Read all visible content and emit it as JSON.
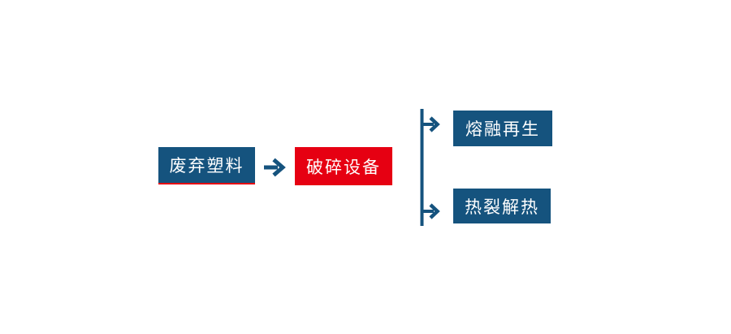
{
  "diagram": {
    "title": "waste-plastic-recycling-flow",
    "background": "#ffffff",
    "colors": {
      "node_blue": "#15537e",
      "node_red": "#e60012",
      "accent_underline": "#e60012",
      "arrow": "#15537e",
      "text": "#ffffff"
    },
    "nodes": [
      {
        "id": "waste-plastic",
        "label": "废弃塑料",
        "fill": "#15537e",
        "bottom_accent": "#e60012"
      },
      {
        "id": "crushing-equipment",
        "label": "破碎设备",
        "fill": "#e60012"
      },
      {
        "id": "melt-regeneration",
        "label": "熔融再生",
        "fill": "#15537e"
      },
      {
        "id": "pyrolysis-heat",
        "label": "热裂解热",
        "fill": "#15537e"
      }
    ],
    "edges": [
      {
        "from": "waste-plastic",
        "to": "crushing-equipment",
        "style": "arrow-right"
      },
      {
        "from": "crushing-equipment",
        "to": "melt-regeneration",
        "style": "branch-arrow"
      },
      {
        "from": "crushing-equipment",
        "to": "pyrolysis-heat",
        "style": "branch-arrow"
      }
    ]
  }
}
